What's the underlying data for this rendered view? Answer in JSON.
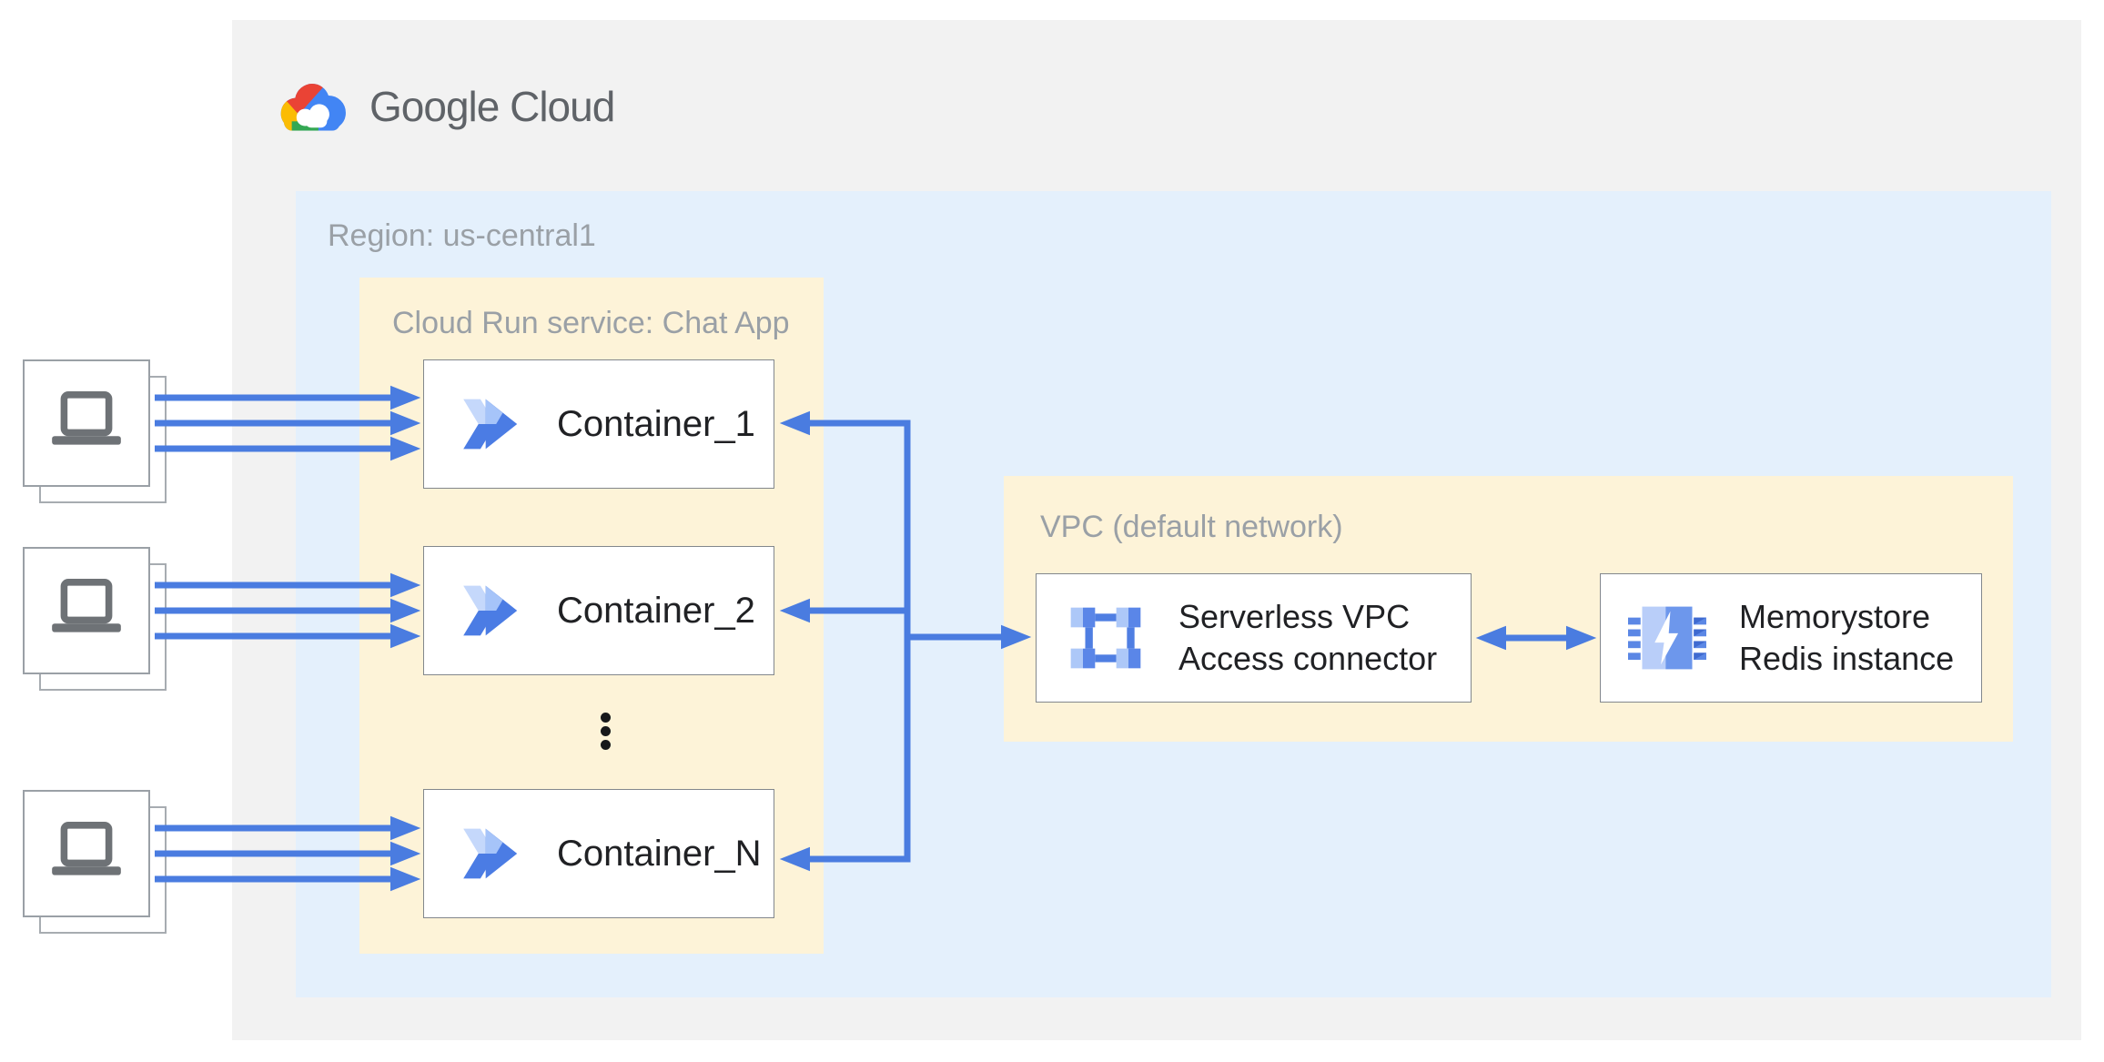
{
  "logo": {
    "text": "Google Cloud",
    "icon": "google-cloud-logo"
  },
  "region": {
    "label": "Region: us-central1"
  },
  "cloud_run": {
    "label": "Cloud Run service: Chat App",
    "containers": [
      {
        "label": "Container_1",
        "icon": "cloud-run-icon"
      },
      {
        "label": "Container_2",
        "icon": "cloud-run-icon"
      },
      {
        "label": "Container_N",
        "icon": "cloud-run-icon"
      }
    ],
    "ellipsis": "vertical-dots"
  },
  "vpc": {
    "label": "VPC (default network)",
    "serverless_connector": {
      "lines": [
        "Serverless VPC",
        "Access connector"
      ],
      "icon": "serverless-vpc-access-icon"
    },
    "memorystore": {
      "lines": [
        "Memorystore",
        "Redis instance"
      ],
      "icon": "memorystore-redis-icon"
    }
  },
  "clients": {
    "count": 3,
    "icon": "laptop-icon"
  },
  "colors": {
    "arrow_blue": "#4a7ce0",
    "outer_bg": "#f2f2f2",
    "region_bg": "#e4f0fc",
    "zone_bg": "#fdf3d8",
    "label_gray": "#9aa0a6",
    "text_dark": "#202124",
    "logo_gray": "#5f6368",
    "logo_red": "#ea4335",
    "logo_blue": "#4285f4",
    "logo_yellow": "#fbbc04",
    "logo_green": "#34a853"
  }
}
